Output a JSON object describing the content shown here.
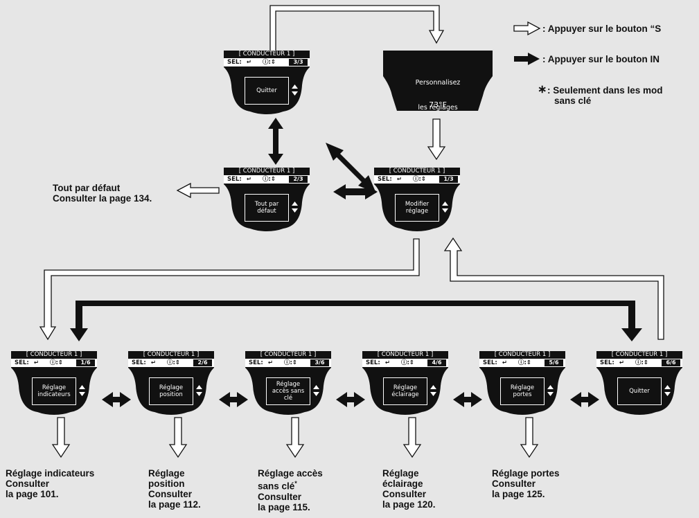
{
  "legend": {
    "white_arrow_label": ": Appuyer sur le bouton “S",
    "black_arrow_label": ": Appuyer sur le bouton IN",
    "note_star": "∗",
    "note_line1": ": Seulement dans les mod",
    "note_line2": "sans clé"
  },
  "colors": {
    "background": "#e6e6e6",
    "screen": "#111111",
    "text": "#111111",
    "screen_text": "#ffffff"
  },
  "icons": {
    "enter": "return-arrow-icon",
    "info": "info-icon",
    "updown": "up-down-icon"
  },
  "screens": {
    "quit_top": {
      "header": "[ CONDUCTEUR 1 ]",
      "sel": "SEL:",
      "enter": "↵",
      "info": "ⓘ:⇕",
      "page": "3/3",
      "label": "Quitter"
    },
    "default": {
      "header": "[ CONDUCTEUR 1 ]",
      "sel": "SEL:",
      "enter": "↵",
      "info": "ⓘ:⇕",
      "page": "2/3",
      "label": "Tout par\ndéfaut"
    },
    "modify": {
      "header": "[ CONDUCTEUR 1 ]",
      "sel": "SEL:",
      "enter": "↵",
      "info": "ⓘ:⇕",
      "page": "1/3",
      "label": "Modifier\nréglage"
    },
    "indicators": {
      "header": "[ CONDUCTEUR 1 ]",
      "sel": "SEL:",
      "enter": "↵",
      "info": "ⓘ:⇕",
      "page": "1/6",
      "label": "Réglage\nindicateurs"
    },
    "position": {
      "header": "[ CONDUCTEUR 1 ]",
      "sel": "SEL:",
      "enter": "↵",
      "info": "ⓘ:⇕",
      "page": "2/6",
      "label": "Réglage\nposition"
    },
    "keyless": {
      "header": "[ CONDUCTEUR 1 ]",
      "sel": "SEL:",
      "enter": "↵",
      "info": "ⓘ:⇕",
      "page": "3/6",
      "label": "Réglage\naccès sans\nclé"
    },
    "lighting": {
      "header": "[ CONDUCTEUR 1 ]",
      "sel": "SEL:",
      "enter": "↵",
      "info": "ⓘ:⇕",
      "page": "4/6",
      "label": "Réglage\néclairage"
    },
    "doors": {
      "header": "[ CONDUCTEUR 1 ]",
      "sel": "SEL:",
      "enter": "↵",
      "info": "ⓘ:⇕",
      "page": "5/6",
      "label": "Réglage\nportes"
    },
    "quit_bottom": {
      "header": "[ CONDUCTEUR 1 ]",
      "sel": "SEL:",
      "enter": "↵",
      "info": "ⓘ:⇕",
      "page": "6/6",
      "label": "Quitter"
    }
  },
  "personalize": {
    "line1": "Personnalisez",
    "line2": "les réglages",
    "temp": "73°F"
  },
  "default_note": "Tout par défaut\nConsulter la page 134.",
  "captions": {
    "indicators": "Réglage indicateurs\nConsulter\nla page 101.",
    "position": "Réglage\nposition\nConsulter\nla page 112.",
    "keyless_line1": "Réglage accès",
    "keyless_line2": "sans clé",
    "keyless_star": "*",
    "keyless_rest": "Consulter\nla page 115.",
    "lighting": "Réglage\néclairage\nConsulter\nla page 120.",
    "doors": "Réglage portes\nConsulter\nla page 125."
  }
}
